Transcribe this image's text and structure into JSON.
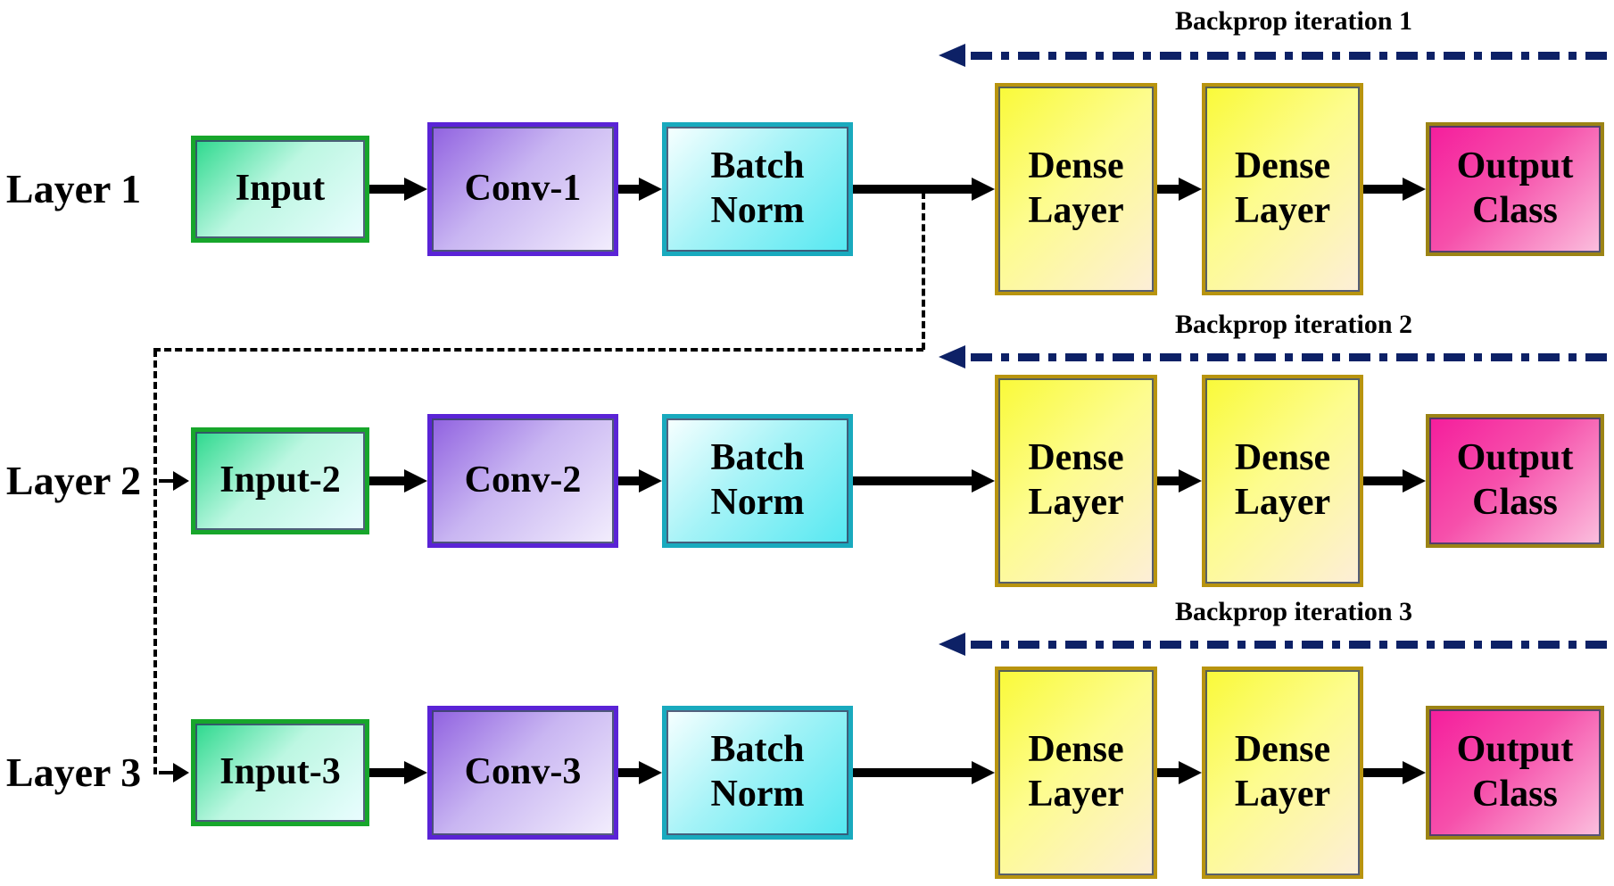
{
  "rows": [
    {
      "layer": "Layer 1",
      "backprop": "Backprop iteration 1",
      "input": "Input",
      "conv": "Conv-1",
      "batch": "Batch\nNorm",
      "dense1": "Dense\nLayer",
      "dense2": "Dense\nLayer",
      "output": "Output\nClass"
    },
    {
      "layer": "Layer 2",
      "backprop": "Backprop iteration 2",
      "input": "Input-2",
      "conv": "Conv-2",
      "batch": "Batch\nNorm",
      "dense1": "Dense\nLayer",
      "dense2": "Dense\nLayer",
      "output": "Output\nClass"
    },
    {
      "layer": "Layer 3",
      "backprop": "Backprop iteration 3",
      "input": "Input-3",
      "conv": "Conv-3",
      "batch": "Batch\nNorm",
      "dense1": "Dense\nLayer",
      "dense2": "Dense\nLayer",
      "output": "Output\nClass"
    }
  ],
  "colors": {
    "input_border": "#17a62b",
    "input_fill_start": "#2dd98d",
    "input_fill_end": "#eafdff",
    "conv_border": "#5a23d6",
    "conv_fill_start": "#9061e0",
    "conv_fill_end": "#f3eefd",
    "batch_border": "#19aabe",
    "batch_fill_start": "#f8ffff",
    "batch_fill_end": "#55e8f1",
    "dense_border": "#b8940f",
    "dense_fill_start": "#f9fa38",
    "dense_fill_end": "#fdeed8",
    "output_border": "#9c8415",
    "output_fill_start": "#f51d9c",
    "output_fill_end": "#fbc0de",
    "backprop_line": "#0d2166",
    "arrow_color": "#000000",
    "text_color": "#000000"
  }
}
